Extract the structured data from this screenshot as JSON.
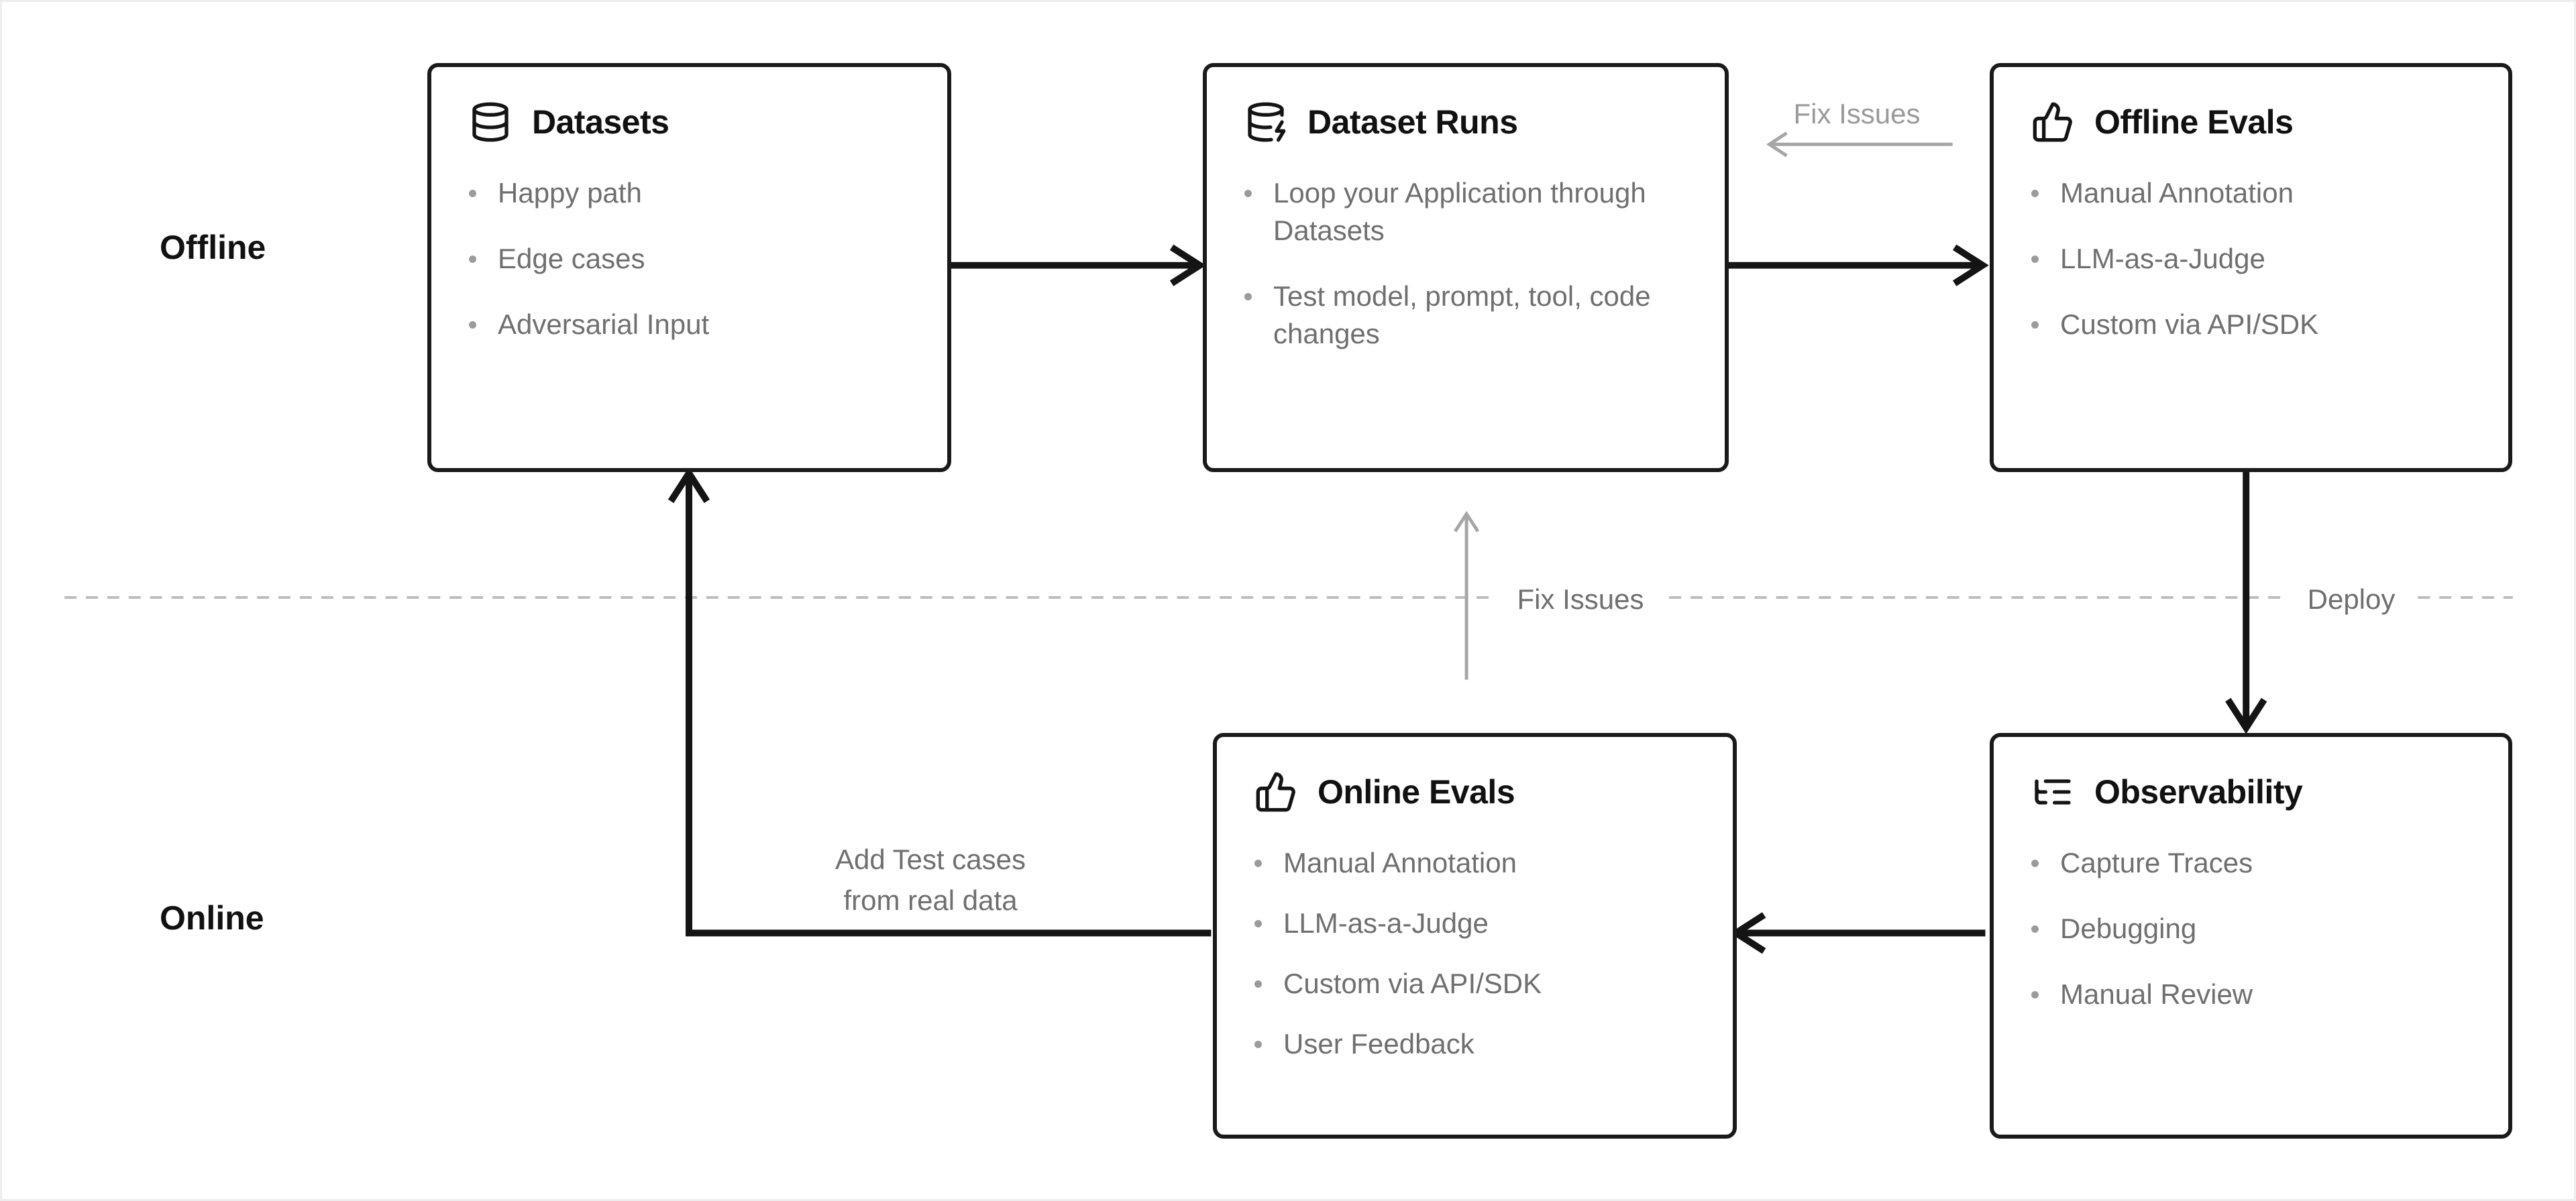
{
  "sections": {
    "offline": "Offline",
    "online": "Online"
  },
  "boxes": [
    {
      "title": "Datasets",
      "icon": "database-icon",
      "items": [
        "Happy path",
        "Edge cases",
        "Adversarial Input"
      ]
    },
    {
      "title": "Dataset Runs",
      "icon": "database-zap-icon",
      "items": [
        "Loop your Application through Datasets",
        "Test model, prompt, tool, code changes"
      ]
    },
    {
      "title": "Offline Evals",
      "icon": "thumbs-up-icon",
      "items": [
        "Manual Annotation",
        "LLM-as-a-Judge",
        "Custom via API/SDK"
      ]
    },
    {
      "title": "Online Evals",
      "icon": "thumbs-up-icon",
      "items": [
        "Manual Annotation",
        "LLM-as-a-Judge",
        "Custom via API/SDK",
        "User Feedback"
      ]
    },
    {
      "title": "Observability",
      "icon": "list-tree-icon",
      "items": [
        "Capture Traces",
        "Debugging",
        "Manual Review"
      ]
    }
  ],
  "labels": {
    "fix_issues_top": "Fix Issues",
    "fix_issues_mid": "Fix Issues",
    "deploy": "Deploy",
    "add_test_cases_line1": "Add Test cases",
    "add_test_cases_line2": "from real data"
  },
  "colors": {
    "background": "#ffffff",
    "box_border": "#1a1a1a",
    "arrow": "#141414",
    "muted_arrow": "#a6a6a6",
    "dashed_line": "#bdbdbd",
    "title_text": "#111111",
    "muted_text": "#6f6f6f",
    "light_muted_text": "#9a9a9a"
  }
}
